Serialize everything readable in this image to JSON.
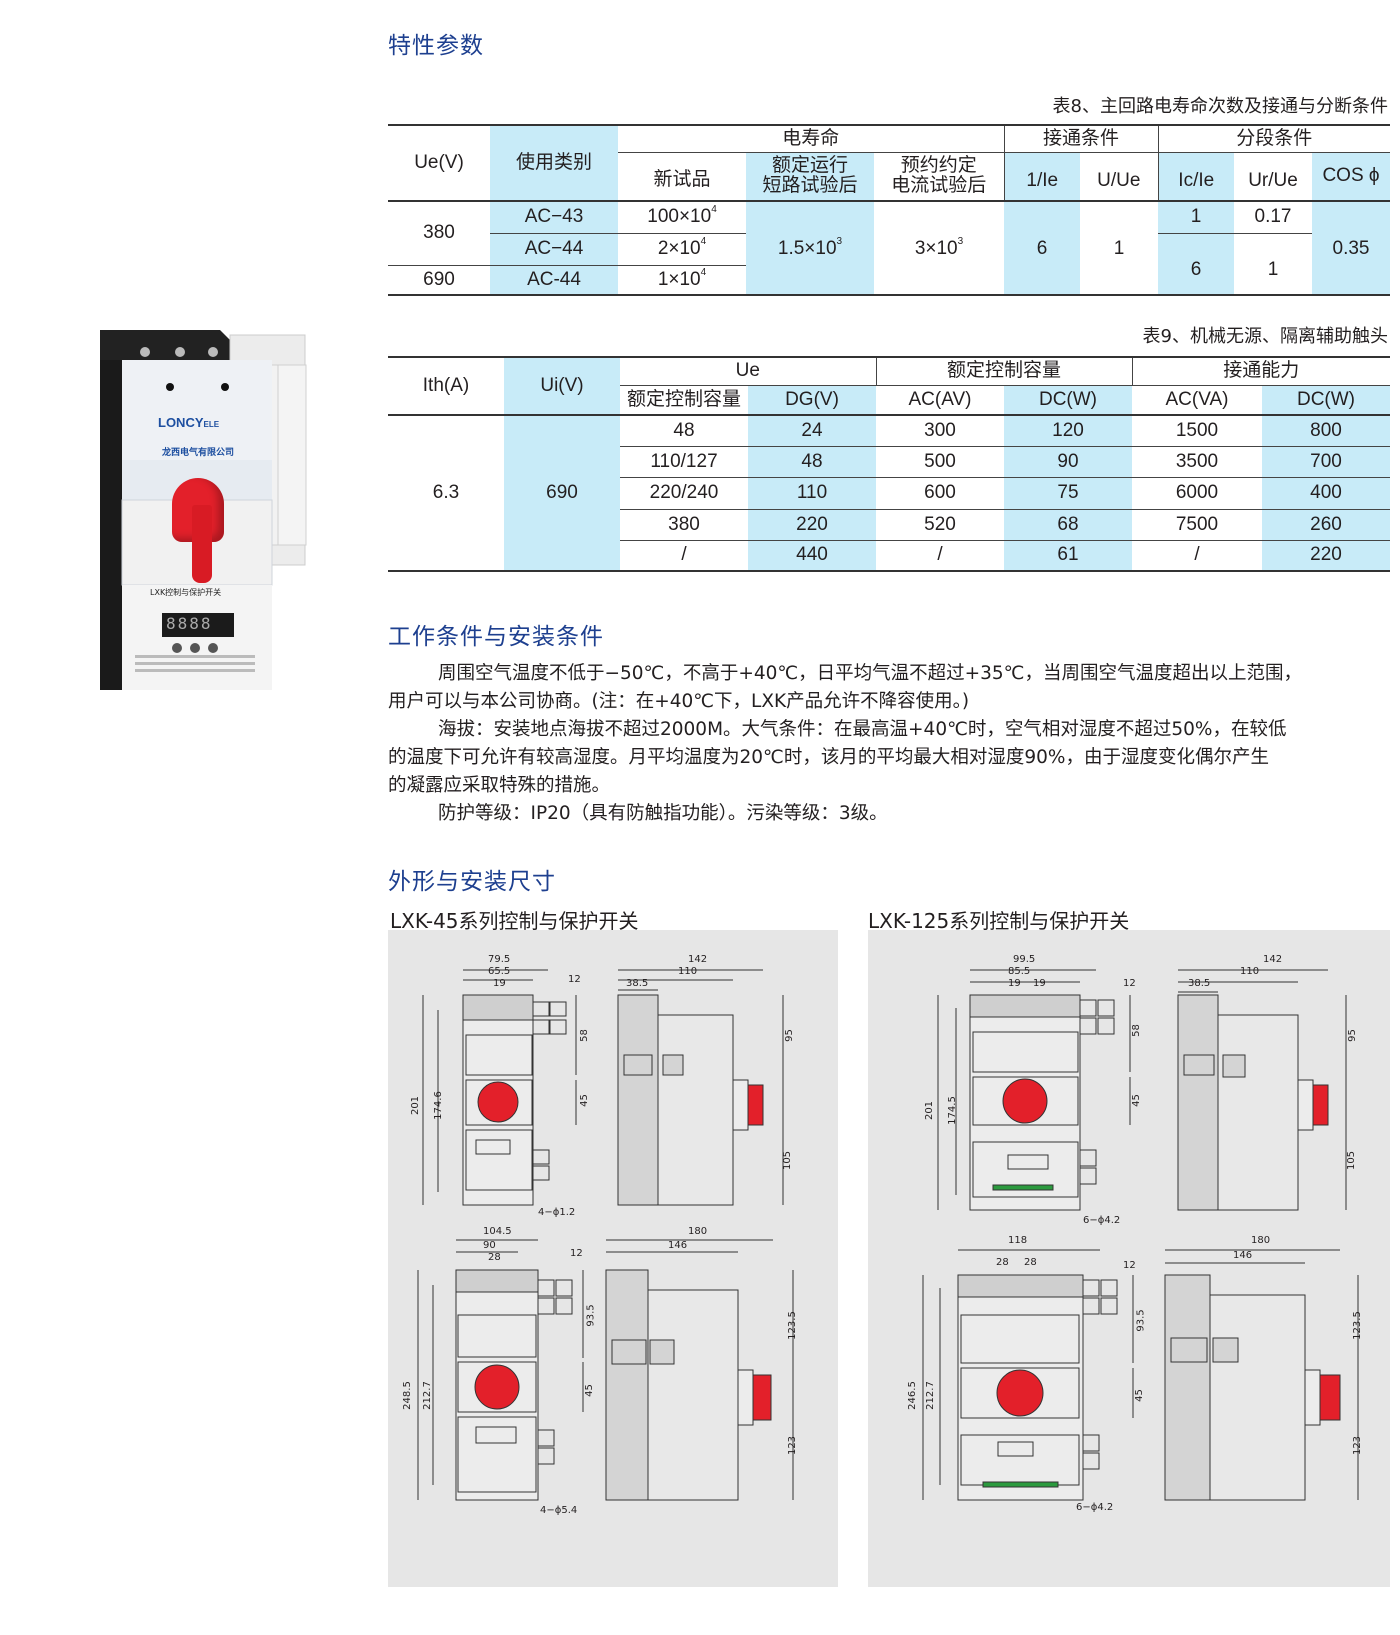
{
  "sections": {
    "characteristics": "特性参数",
    "conditions": "工作条件与安装条件",
    "dimensions": "外形与安装尺寸"
  },
  "table8": {
    "caption": "表8、主回路电寿命次数及接通与分断条件",
    "headers": {
      "ue": "Ue(V)",
      "category": "使用类别",
      "elec_life": "电寿命",
      "new_sample": "新试品",
      "after_short_l1": "额定运行",
      "after_short_l2": "短路试验后",
      "after_current_l1": "预约约定",
      "after_current_l2": "电流试验后",
      "make": "接通条件",
      "break": "分段条件",
      "i_ie": "1/Ie",
      "u_ue": "U/Ue",
      "ic_ie": "Ic/Ie",
      "ur_ue": "Ur/Ue",
      "cos": "COS ϕ"
    },
    "rows": [
      {
        "ue": "380",
        "category": "AC−43",
        "new_base": "100×10",
        "new_exp": "4"
      },
      {
        "category": "AC−44",
        "new_base": "2×10",
        "new_exp": "4"
      },
      {
        "ue": "690",
        "category": "AC-44",
        "new_base": "1×10",
        "new_exp": "4"
      }
    ],
    "after_short_base": "1.5×10",
    "after_short_exp": "3",
    "after_current_base": "3×10",
    "after_current_exp": "3",
    "i_ie": "6",
    "u_ue": "1",
    "ic_ie_1": "1",
    "ur_ue_1": "0.17",
    "ic_ie_2": "6",
    "ur_ue_2": "1",
    "cos": "0.35"
  },
  "table9": {
    "caption": "表9、机械无源、隔离辅助触头",
    "headers": {
      "ith": "Ith(A)",
      "ui": "Ui(V)",
      "ue": "Ue",
      "rated_cap": "额定控制容量",
      "rated_cap2": "额定控制容量",
      "make_cap": "接通能力",
      "col1": "额定控制容量",
      "dg": "DG(V)",
      "ac_av": "AC(AV)",
      "dc_w": "DC(W)",
      "ac_va": "AC(VA)",
      "dc_w2": "DC(W)"
    },
    "ith": "6.3",
    "ui": "690",
    "rows": [
      [
        "48",
        "24",
        "300",
        "120",
        "1500",
        "800"
      ],
      [
        "110/127",
        "48",
        "500",
        "90",
        "3500",
        "700"
      ],
      [
        "220/240",
        "110",
        "600",
        "75",
        "6000",
        "400"
      ],
      [
        "380",
        "220",
        "520",
        "68",
        "7500",
        "260"
      ],
      [
        "/",
        "440",
        "/",
        "61",
        "/",
        "220"
      ]
    ]
  },
  "conditions": {
    "p1a": "周围空气温度不低于−50℃，不高于+40℃，日平均气温不超过+35℃，当周围空气温度超出以上范围，",
    "p1b": "用户可以与本公司协商。(注：在+40℃下，LXK产品允许不降容使用。)",
    "p2a": "海拔：安装地点海拔不超过2000M。大气条件：在最高温+40℃时，空气相对湿度不超过50%，在较低",
    "p2b": "的温度下可允许有较高湿度。月平均温度为20℃时，该月的平均最大相对湿度90%，由于湿度变化偶尔产生",
    "p2c": "的凝露应采取特殊的措施。",
    "p3": "防护等级：IP20（具有防触指功能）。污染等级：3级。"
  },
  "product": {
    "brand": "LONCY",
    "brand_suffix": "ELE",
    "company": "龙西电气有限公司",
    "label": "LXK控制与保护开关",
    "display": "8888"
  },
  "drawings": {
    "lxk45": {
      "caption": "LXK-45系列控制与保护开关",
      "top_front": {
        "w1": "79.5",
        "w2": "65.5",
        "w3": "19",
        "w4": "12",
        "h1": "201",
        "h2": "174.6",
        "h3": "58",
        "h4": "45",
        "hole": "4−ϕ1.2"
      },
      "top_side": {
        "d1": "142",
        "d2": "110",
        "d3": "38.5",
        "h1": "95",
        "h2": "105"
      },
      "bottom_front": {
        "w1": "104.5",
        "w2": "90",
        "w3": "28",
        "w4": "12",
        "h1": "248.5",
        "h2": "212.7",
        "h3": "93.5",
        "h4": "45",
        "hole": "4−ϕ5.4"
      },
      "bottom_side": {
        "d1": "180",
        "d2": "146",
        "h1": "123.5",
        "h2": "123"
      }
    },
    "lxk125": {
      "caption": "LXK-125系列控制与保护开关",
      "top_front": {
        "w1": "99.5",
        "w2": "85.5",
        "w3": "19",
        "w3b": "19",
        "w4": "12",
        "h1": "201",
        "h2": "174.5",
        "h3": "58",
        "h4": "45",
        "hole": "6−ϕ4.2"
      },
      "top_side": {
        "d1": "142",
        "d2": "110",
        "d3": "38.5",
        "h1": "95",
        "h2": "105"
      },
      "bottom_front": {
        "w1": "118",
        "w3": "28",
        "w3b": "28",
        "w4": "12",
        "h1": "246.5",
        "h2": "212.7",
        "h3": "93.5",
        "h4": "45",
        "hole": "6−ϕ4.2"
      },
      "bottom_side": {
        "d1": "180",
        "d2": "146",
        "h1": "123.5",
        "h2": "123"
      }
    }
  },
  "colors": {
    "title_blue": "#1d3f8f",
    "cell_blue": "#c8ebf8",
    "panel_gray": "#e6e6e6",
    "knob_red": "#e3202a"
  }
}
